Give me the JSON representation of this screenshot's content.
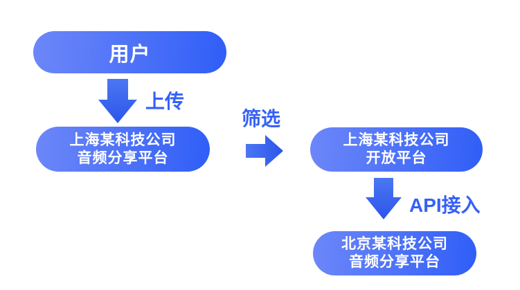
{
  "diagram_title": "audio platform data flow",
  "colors": {
    "background": "#ffffff",
    "box_gradient_left": "#6d87f9",
    "box_gradient_right": "#2f5ef7",
    "arrow_gradient_start": "#4b77f3",
    "arrow_gradient_end": "#2c55e9",
    "edge_label_color": "#3560f7",
    "box_text_color": "#ffffff"
  },
  "nodes": {
    "user": {
      "line1": "用户"
    },
    "shanghai_audio": {
      "line1": "上海某科技公司",
      "line2": "音频分享平台"
    },
    "shanghai_open": {
      "line1": "上海某科技公司",
      "line2": "开放平台"
    },
    "beijing_audio": {
      "line1": "北京某科技公司",
      "line2": "音频分享平台"
    }
  },
  "edges": {
    "upload": {
      "label": "上传"
    },
    "filter": {
      "label": "筛选"
    },
    "api": {
      "label": "API接入"
    }
  }
}
